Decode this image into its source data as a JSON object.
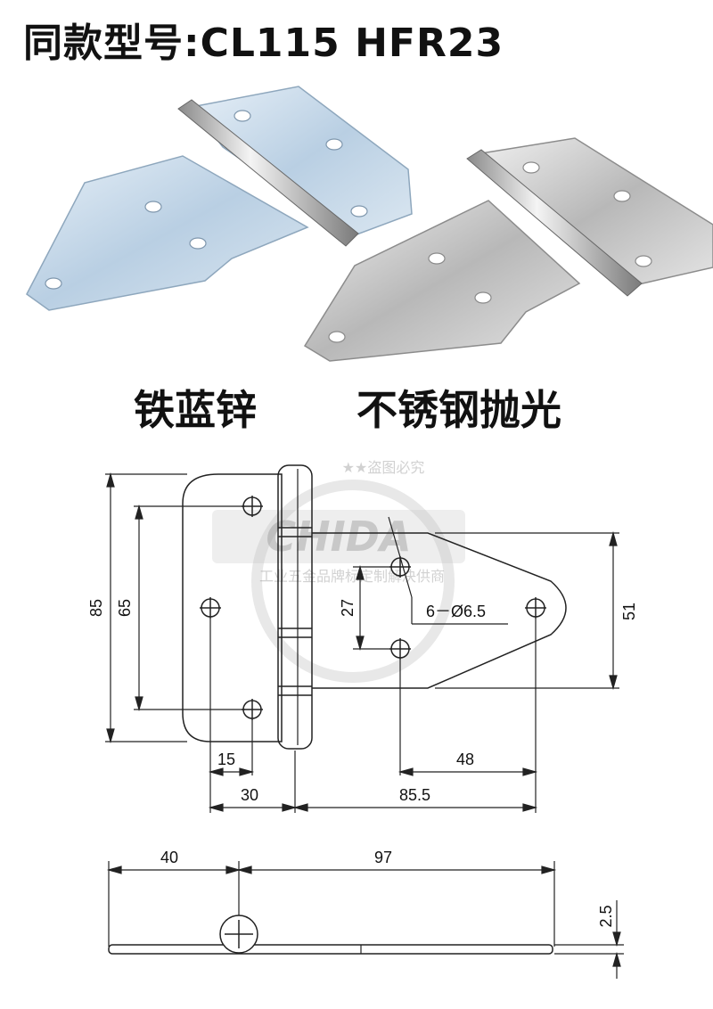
{
  "header": {
    "title": "同款型号:CL115 HFR23"
  },
  "photos": {
    "left_label": "铁蓝锌",
    "right_label": "不锈钢抛光"
  },
  "colors": {
    "zinc_blue": "#c7d8e8",
    "steel": "#c9c9c9",
    "line": "#222222"
  },
  "drawing": {
    "dim_overall_height": "85",
    "dim_hole_spacing_left": "65",
    "dim_hole_spacing_right": "27",
    "dim_leaf_height_right": "51",
    "dim_hole_callout": "6－Ø6.5",
    "dim_offset_15": "15",
    "dim_leaf_30": "30",
    "dim_leaf_85_5": "85.5",
    "dim_hole_48": "48",
    "dim_side_40": "40",
    "dim_side_97": "97",
    "dim_thickness": "2.5"
  },
  "watermark": {
    "brand": "CHIDA",
    "tagline": "工业五金品牌标定制解决供商",
    "seal": "★★盗图必究"
  }
}
